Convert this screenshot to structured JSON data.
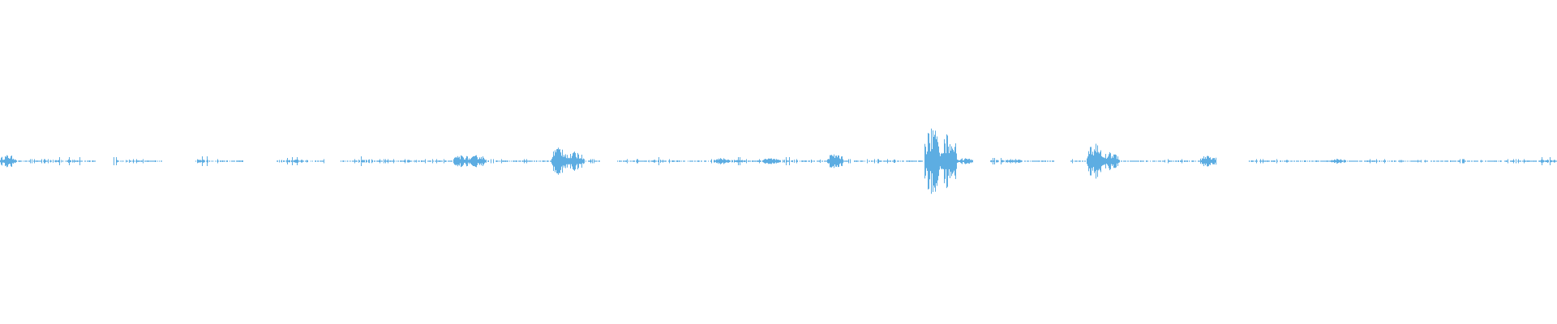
{
  "chart_data": {
    "type": "area",
    "kind": "audio-waveform",
    "title": "",
    "xlabel": "",
    "ylabel": "",
    "ylim": [
      -1,
      1
    ],
    "grid": false,
    "axes_visible": false,
    "color": "#5dade2",
    "background": "#ffffff",
    "x_unit": "bin",
    "amplitude_envelope": [
      0.04,
      0.005,
      0.005,
      0.01,
      0.01,
      0.002,
      0,
      0.01,
      0.005,
      0.002,
      0,
      0,
      0.012,
      0.005,
      0.005,
      0,
      0,
      0.008,
      0.01,
      0.005,
      0,
      0.005,
      0.012,
      0.005,
      0.005,
      0.008,
      0.005,
      0.005,
      0.04,
      0.04,
      0.005,
      0.005,
      0.005,
      0.005,
      0.1,
      0.06,
      0.005,
      0,
      0.005,
      0.005,
      0.01,
      0.005,
      0.002,
      0.005,
      0.02,
      0.01,
      0.005,
      0.02,
      0.01,
      0.005,
      0.004,
      0.05,
      0.005,
      0.005,
      0.005,
      0.004,
      0.005,
      0.22,
      0.18,
      0.02,
      0,
      0.008,
      0.015,
      0.003,
      0.005,
      0,
      0.005,
      0.11,
      0.06,
      0.003,
      0.002,
      0.003,
      0.005,
      0.005,
      0.04,
      0,
      0,
      0.005,
      0.005,
      0.003,
      0.002,
      0.002,
      0.015,
      0.003,
      0.005,
      0.005,
      0.003,
      0.003,
      0.003,
      0.005,
      0.005,
      0.003,
      0.005,
      0.005,
      0.005,
      0.01
    ]
  }
}
